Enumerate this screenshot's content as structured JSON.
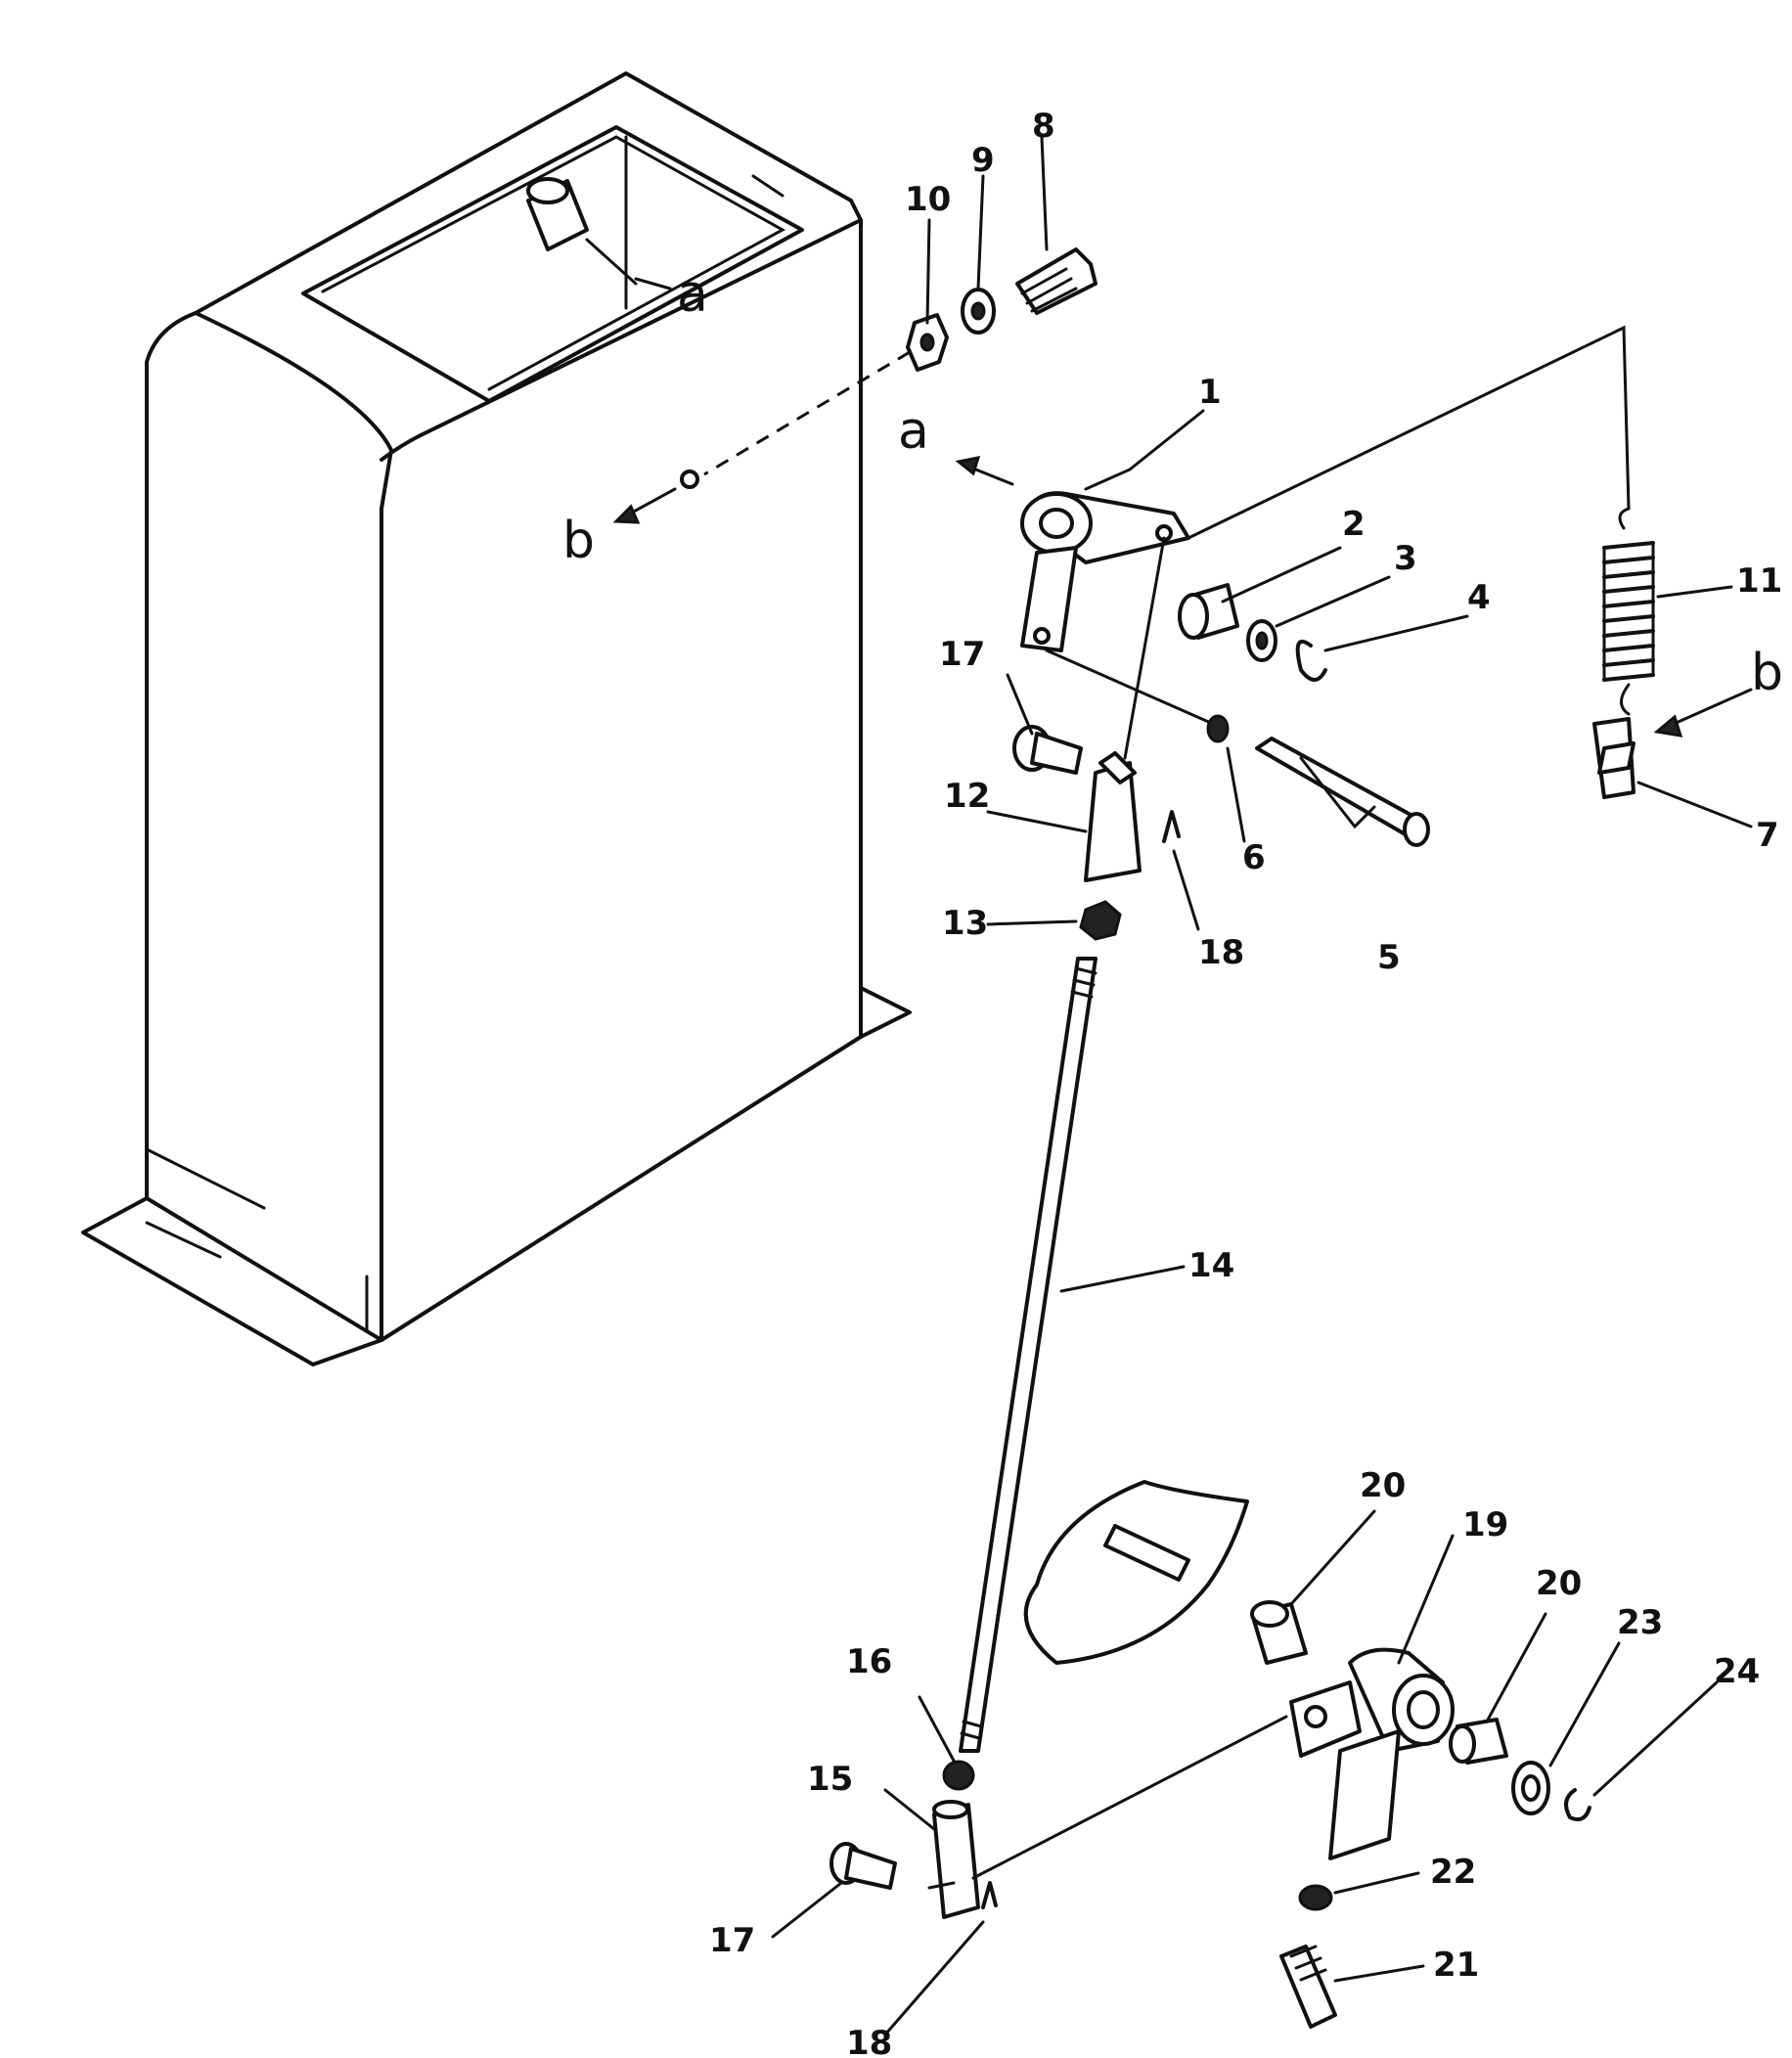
{
  "callouts": {
    "c1": "1",
    "c2": "2",
    "c3": "3",
    "c4": "4",
    "c5": "5",
    "c6": "6",
    "c7": "7",
    "c8": "8",
    "c9": "9",
    "c10": "10",
    "c11": "11",
    "c12": "12",
    "c13": "13",
    "c14": "14",
    "c15": "15",
    "c16": "16",
    "c17a": "17",
    "c17b": "17",
    "c18a": "18",
    "c18b": "18",
    "c19": "19",
    "c20a": "20",
    "c20b": "20",
    "c21": "21",
    "c22": "22",
    "c23": "23",
    "c24": "24"
  },
  "refs": {
    "a_box": "a",
    "b_box": "b",
    "a_lever": "a",
    "b_spring": "b"
  }
}
